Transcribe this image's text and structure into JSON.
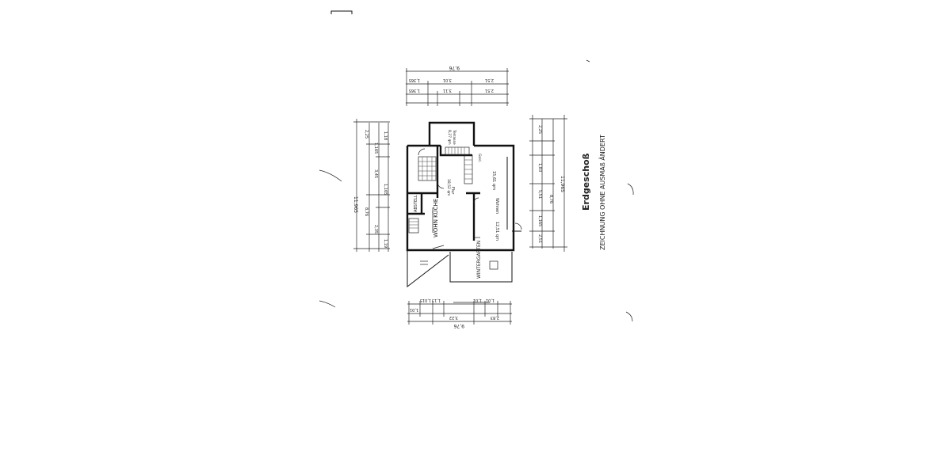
{
  "title": "Erdgeschoß",
  "note": "ZEICHNUNG OHNE AUSMAß ÄNDERT",
  "rooms": {
    "kueche": "WOHN KÜCHE",
    "wintergarten": "WINTERGARTEN",
    "abstell": "ABSTELL",
    "flur": "Flur",
    "flur_area": "18,52 qm",
    "terrasse": "Terrasse",
    "terrasse_area": "8,27 qm",
    "wohnen": "Wohnen",
    "wohnen_area": "12,51 qm",
    "wohnen_area2": "15,61 qm",
    "garderobe": "Gard."
  },
  "dims": {
    "top_total": "9,76",
    "top_row1": [
      "1,365",
      "3,01",
      "2,51"
    ],
    "top_row2": [
      "1,365",
      "3,11",
      "2,51"
    ],
    "bottom_total": "9,76",
    "bottom_row1": [
      "1,015",
      "1,13",
      "1,01",
      "1,01"
    ],
    "bottom_row2": [
      "1,01",
      "3,22",
      "2,83"
    ],
    "left_total": "11,965",
    "left_segments": [
      "2,25",
      "1,165",
      "1,18",
      "3,45",
      "1,165",
      "2,35",
      "1,19"
    ],
    "left_mid": "8,76",
    "right_total": "11,965",
    "right_segments": [
      "2,25",
      "1,83",
      "5,51",
      "1,165",
      "2,51"
    ],
    "right_mid": "8,76"
  }
}
